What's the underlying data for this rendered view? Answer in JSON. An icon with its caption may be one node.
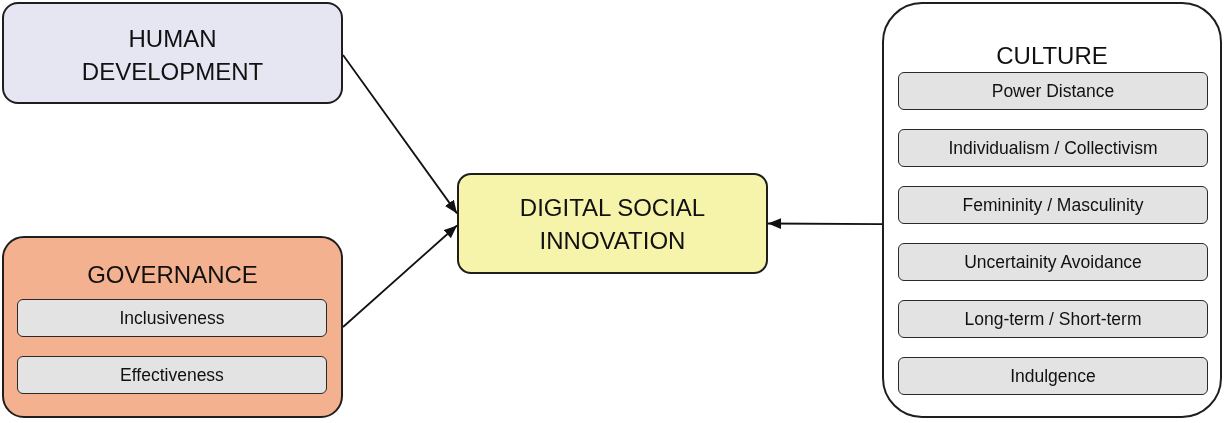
{
  "diagram": {
    "nodes": [
      {
        "text": [
          "HUMAN DEVELOPMENT"
        ]
      },
      {
        "text": [
          "GOVERNANCE"
        ]
      },
      {
        "text": [
          "Inclusiveness"
        ],
        "in": 1
      },
      {
        "text": [
          "Effectiveness"
        ],
        "in": 1
      },
      {
        "text": [
          "DIGITAL SOCIAL INNOVATION"
        ]
      },
      {
        "text": [
          "CULTURE"
        ]
      },
      {
        "text": [
          "Power Distance"
        ],
        "in": 5
      },
      {
        "text": [
          "Individualism / Collectivism"
        ],
        "in": 5
      },
      {
        "text": [
          "Femininity / Masculinity"
        ],
        "in": 5
      },
      {
        "text": [
          "Uncertainity Avoidance"
        ],
        "in": 5
      },
      {
        "text": [
          "Long-term / Short-term"
        ],
        "in": 5
      },
      {
        "text": [
          "Indulgence"
        ],
        "in": 5
      }
    ],
    "edges": [
      {
        "from": 0,
        "to": 4,
        "arrow": "to"
      },
      {
        "from": 1,
        "to": 4,
        "arrow": "to"
      },
      {
        "from": 5,
        "to": 4,
        "arrow": "to"
      }
    ]
  }
}
